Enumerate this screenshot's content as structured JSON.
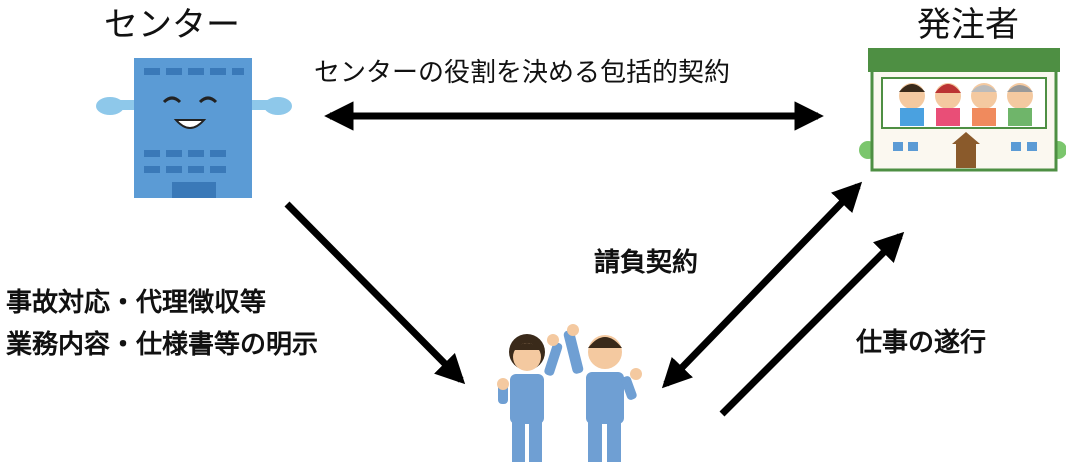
{
  "nodes": {
    "center": {
      "title": "センター",
      "icon": "smiling-building-icon"
    },
    "client": {
      "title": "発注者",
      "icon": "house-with-people-icon"
    },
    "workers": {
      "icon": "workers-cheering-icon"
    }
  },
  "edges": {
    "center_client": {
      "label": "センターの役割を決める包括的契約"
    },
    "center_workers": {
      "lines": [
        "事故対応・代理徴収等",
        "業務内容・仕様書等の明示"
      ]
    },
    "contract": {
      "label": "請負契約"
    },
    "work": {
      "label": "仕事の遂行"
    }
  },
  "colors": {
    "arrow": "#000000",
    "building": "#5b9bd5",
    "roof": "#4e8f43",
    "uniform": "#6f9fd3"
  }
}
